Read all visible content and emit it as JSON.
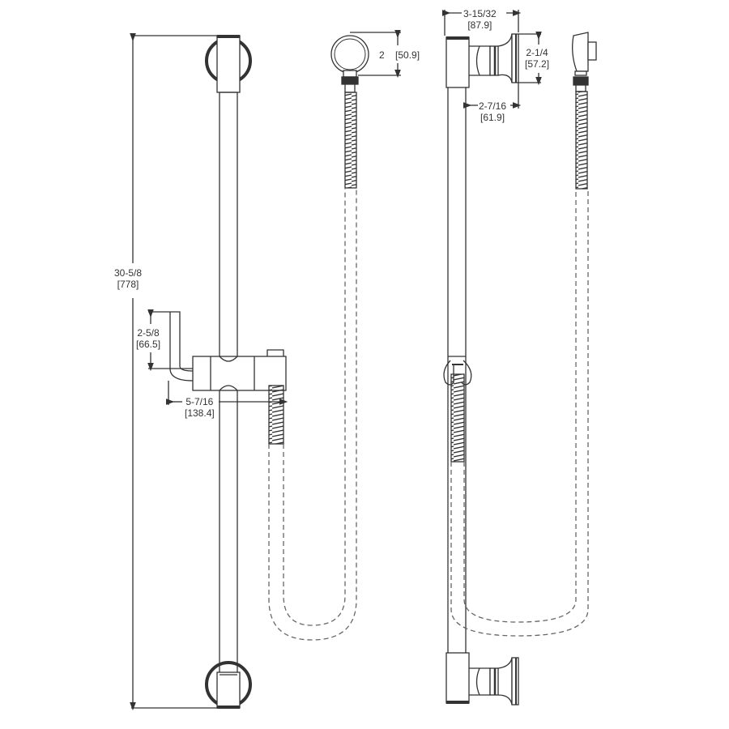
{
  "diagram": {
    "type": "technical-dimension-drawing",
    "subject": "shower slide bar with hand shower holder, hose and wall supply elbow",
    "views": [
      {
        "name": "front-view",
        "components": [
          "slide-bar",
          "top-wall-mount",
          "bottom-wall-mount",
          "slider-holder",
          "hose",
          "hand-shower-connector-front"
        ]
      },
      {
        "name": "side-view",
        "components": [
          "slide-bar",
          "top-bracket",
          "bottom-bracket",
          "slider-ring",
          "hose",
          "hand-shower-connector-side"
        ]
      }
    ],
    "colors": {
      "line": "#333333",
      "hose_dash": "#666666",
      "background": "#ffffff"
    }
  },
  "dimensions": {
    "overall_height": {
      "imperial": "30-5/8",
      "metric": "[778]"
    },
    "holder_height": {
      "imperial": "2-5/8",
      "metric": "[66.5]"
    },
    "holder_projection": {
      "imperial": "5-7/16",
      "metric": "[138.4]"
    },
    "connector_diameter": {
      "imperial": "2",
      "metric": "[50.9]"
    },
    "bracket_depth": {
      "imperial": "3-15/32",
      "metric": "[87.9]"
    },
    "flange_diameter": {
      "imperial": "2-1/4",
      "metric": "[57.2]"
    },
    "bar_offset": {
      "imperial": "2-7/16",
      "metric": "[61.9]"
    }
  }
}
